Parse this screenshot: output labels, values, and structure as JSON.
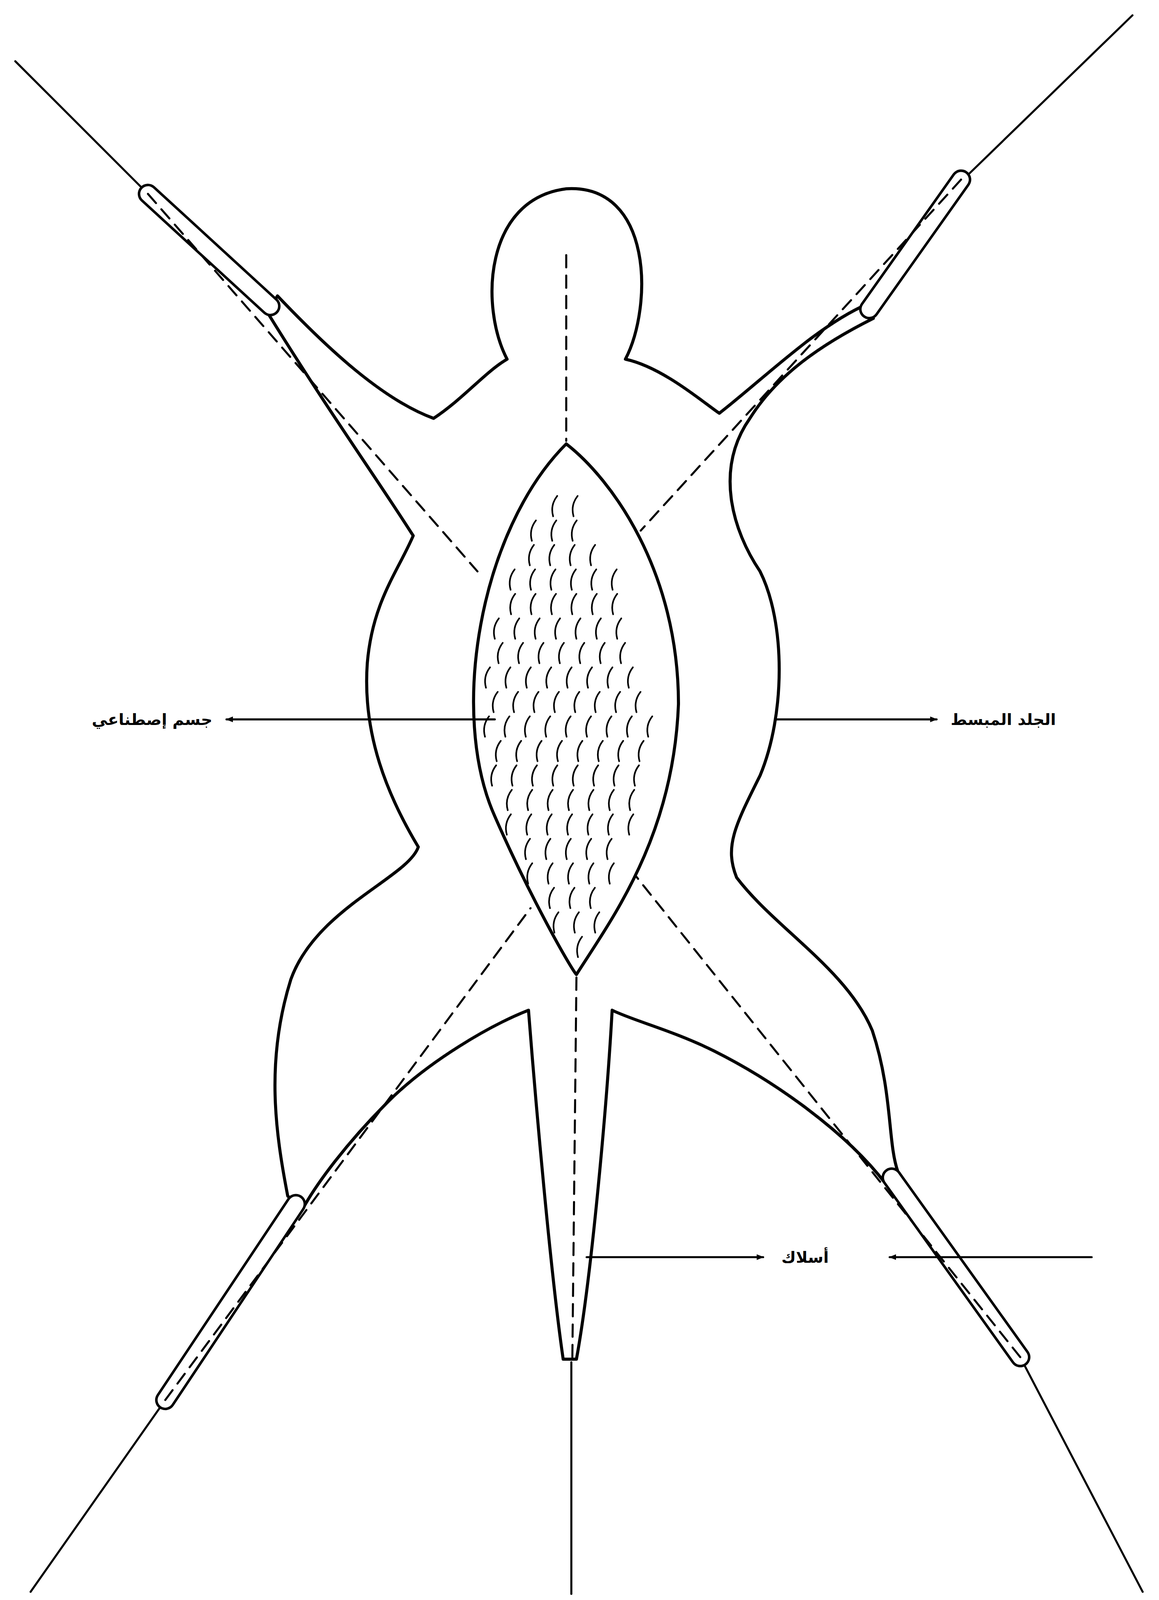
{
  "diagram": {
    "labels": [
      "جسم إصطناعي",
      "الجلد المبسط",
      "أسلاك"
    ]
  }
}
